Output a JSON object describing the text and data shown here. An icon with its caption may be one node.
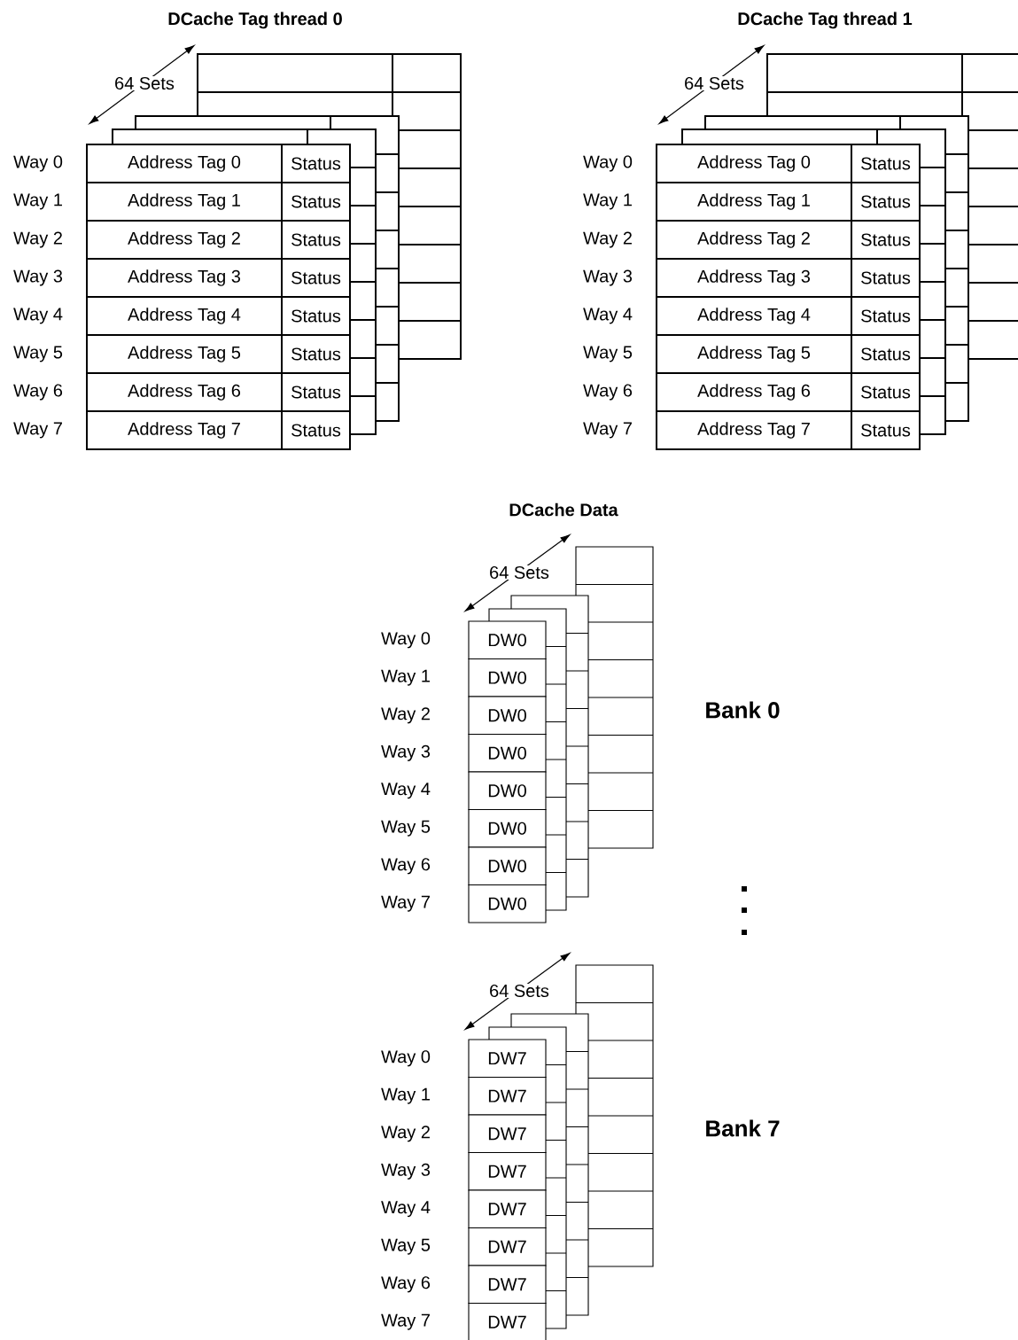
{
  "diagram": {
    "nodes": [
      {
        "text": [
          "Address Tag 0"
        ]
      },
      {
        "text": [
          "Status"
        ]
      },
      {
        "text": [
          "Address Tag 1"
        ]
      },
      {
        "text": [
          "Status"
        ]
      },
      {
        "text": [
          "Address Tag 2"
        ]
      },
      {
        "text": [
          "Status"
        ]
      },
      {
        "text": [
          "Address Tag 3"
        ]
      },
      {
        "text": [
          "Status"
        ]
      },
      {
        "text": [
          "Address Tag 4"
        ]
      },
      {
        "text": [
          "Status"
        ]
      },
      {
        "text": [
          "Address Tag 5"
        ]
      },
      {
        "text": [
          "Status"
        ]
      },
      {
        "text": [
          "Address Tag 6"
        ]
      },
      {
        "text": [
          "Status"
        ]
      },
      {
        "text": [
          "Address Tag 7"
        ]
      },
      {
        "text": [
          "Status"
        ]
      },
      {
        "text": [
          "Address Tag 0"
        ]
      },
      {
        "text": [
          "Status"
        ]
      },
      {
        "text": [
          "Address Tag 1"
        ]
      },
      {
        "text": [
          "Status"
        ]
      },
      {
        "text": [
          "Address Tag 2"
        ]
      },
      {
        "text": [
          "Status"
        ]
      },
      {
        "text": [
          "Address Tag 3"
        ]
      },
      {
        "text": [
          "Status"
        ]
      },
      {
        "text": [
          "Address Tag 4"
        ]
      },
      {
        "text": [
          "Status"
        ]
      },
      {
        "text": [
          "Address Tag 5"
        ]
      },
      {
        "text": [
          "Status"
        ]
      },
      {
        "text": [
          "Address Tag 6"
        ]
      },
      {
        "text": [
          "Status"
        ]
      },
      {
        "text": [
          "Address Tag 7"
        ]
      },
      {
        "text": [
          "Status"
        ]
      },
      {
        "text": [
          "DW0"
        ]
      },
      {
        "text": [
          "DW0"
        ]
      },
      {
        "text": [
          "DW0"
        ]
      },
      {
        "text": [
          "DW0"
        ]
      },
      {
        "text": [
          "DW0"
        ]
      },
      {
        "text": [
          "DW0"
        ]
      },
      {
        "text": [
          "DW0"
        ]
      },
      {
        "text": [
          "DW0"
        ]
      },
      {
        "text": [
          "DW7"
        ]
      },
      {
        "text": [
          "DW7"
        ]
      },
      {
        "text": [
          "DW7"
        ]
      },
      {
        "text": [
          "DW7"
        ]
      },
      {
        "text": [
          "DW7"
        ]
      },
      {
        "text": [
          "DW7"
        ]
      },
      {
        "text": [
          "DW7"
        ]
      },
      {
        "text": [
          "DW7"
        ]
      }
    ],
    "labels": [
      "DCache Tag thread 0",
      "64 Sets",
      "Way 0",
      "Way 1",
      "Way 2",
      "Way 3",
      "Way 4",
      "Way 5",
      "Way 6",
      "Way 7",
      "DCache Tag thread 1",
      "64 Sets",
      "Way 0",
      "Way 1",
      "Way 2",
      "Way 3",
      "Way 4",
      "Way 5",
      "Way 6",
      "Way 7",
      "DCache Data",
      "64 Sets",
      "Way 0",
      "Way 1",
      "Way 2",
      "Way 3",
      "Way 4",
      "Way 5",
      "Way 6",
      "Way 7",
      "Bank 0",
      "64 Sets",
      "Way 0",
      "Way 1",
      "Way 2",
      "Way 3",
      "Way 4",
      "Way 5",
      "Way 6",
      "Way 7",
      "Bank 7"
    ]
  }
}
